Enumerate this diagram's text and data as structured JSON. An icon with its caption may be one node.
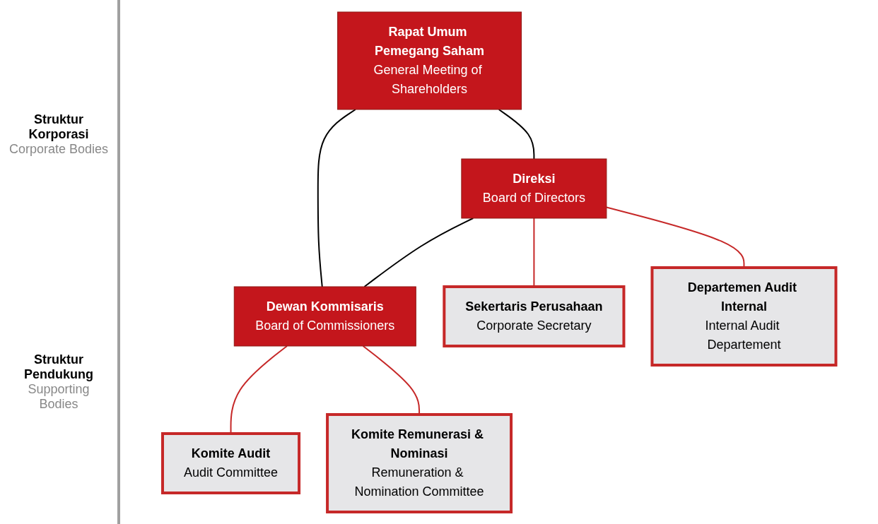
{
  "diagram": {
    "nodes": [
      {
        "text": [
          "Rapat Umum Pemegang Saham",
          "General Meeting of Shareholders"
        ]
      },
      {
        "text": [
          "Direksi",
          "Board of Directors"
        ]
      },
      {
        "text": [
          "Dewan Kommisaris",
          "Board of Commissioners"
        ]
      },
      {
        "text": [
          "Sekertaris Perusahaan",
          "Corporate Secretary"
        ]
      },
      {
        "text": [
          "Komite Audit",
          "Audit Committee"
        ]
      },
      {
        "text": [
          "Departemen Audit Internal",
          "Internal Audit Departement"
        ]
      },
      {
        "text": [
          "Komite Remunerasi & Nominasi",
          "Remuneration & Nomination Committee"
        ]
      }
    ],
    "edges": [
      {
        "from": 0,
        "to": 1,
        "arrow": "none",
        "color": "#000000"
      },
      {
        "from": 0,
        "to": 2,
        "arrow": "none",
        "color": "#000000"
      },
      {
        "from": 1,
        "to": 2,
        "arrow": "none",
        "color": "#000000"
      },
      {
        "from": 1,
        "to": 3,
        "arrow": "none"
      },
      {
        "from": 1,
        "to": 5,
        "arrow": "none"
      },
      {
        "from": 2,
        "to": 4,
        "arrow": "none"
      },
      {
        "from": 2,
        "to": 6,
        "arrow": "none"
      }
    ],
    "labels": [
      "Struktur Korporasi",
      "Corporate Bodies",
      "Struktur Pendukung",
      "Supporting Bodies"
    ]
  }
}
